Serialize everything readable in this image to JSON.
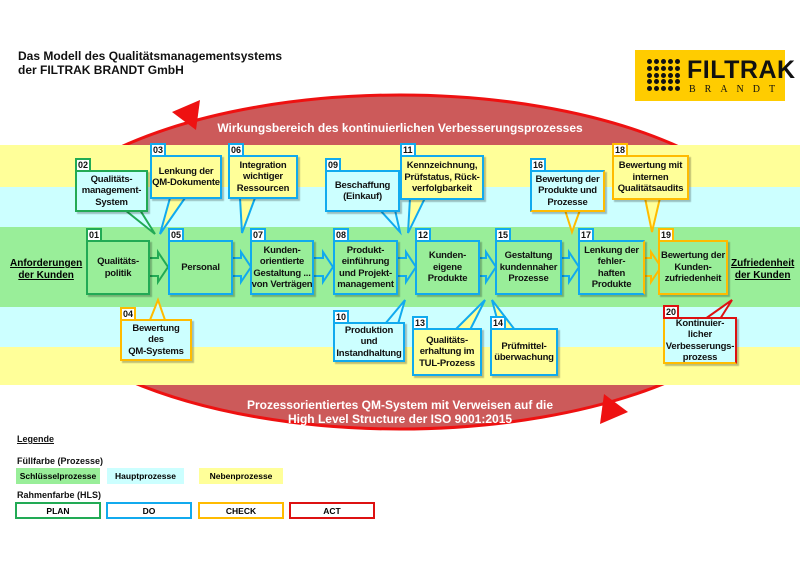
{
  "title": "Das Modell des Qualitätsmanagementsystems\nder FILTRAK BRANDT GmbH",
  "logo": {
    "word1": "FILTRAK",
    "word2": "BRANDT"
  },
  "scope_top": "Wirkungsbereich des kontinuierlichen Verbesserungsprozesses",
  "scope_bottom": "Prozessorientiertes QM-System mit Verweisen auf die\nHigh Level Structure der ISO 9001:2015",
  "input_label": "Anforderungen\nder Kunden",
  "output_label": "Zufriedenheit\nder Kunden",
  "processes": [
    {
      "num": "01",
      "label": "Qualitäts-\npolitik"
    },
    {
      "num": "02",
      "label": "Qualitäts-\nmanagement-\nSystem"
    },
    {
      "num": "03",
      "label": "Lenkung der\nQM-Dokumente"
    },
    {
      "num": "04",
      "label": "Bewertung\ndes\nQM-Systems"
    },
    {
      "num": "05",
      "label": "Personal"
    },
    {
      "num": "06",
      "label": "Integration\nwichtiger\nRessourcen"
    },
    {
      "num": "07",
      "label": "Kunden-\norientierte\nGestaltung ...\nvon Verträgen"
    },
    {
      "num": "08",
      "label": "Produkt-\neinführung\nund Projekt-\nmanagement"
    },
    {
      "num": "09",
      "label": "Beschaffung\n(Einkauf)"
    },
    {
      "num": "10",
      "label": "Produktion\nund\nInstandhaltung"
    },
    {
      "num": "11",
      "label": "Kennzeichnung,\nPrüfstatus, Rück-\nverfolgbarkeit"
    },
    {
      "num": "12",
      "label": "Kunden-\neigene\nProdukte"
    },
    {
      "num": "13",
      "label": "Qualitäts-\nerhaltung im\nTUL-Prozess"
    },
    {
      "num": "14",
      "label": "Prüfmittel-\nüberwachung"
    },
    {
      "num": "15",
      "label": "Gestaltung\nkundennaher\nProzesse"
    },
    {
      "num": "16",
      "label": "Bewertung der\nProdukte und\nProzesse"
    },
    {
      "num": "17",
      "label": "Lenkung der\nfehler-\nhaften\nProdukte"
    },
    {
      "num": "18",
      "label": "Bewertung mit\ninternen\nQualitätsaudits"
    },
    {
      "num": "19",
      "label": "Bewertung der\nKunden-\nzufriedenheit"
    },
    {
      "num": "20",
      "label": "Kontinuier-\nlicher\nVerbesserungs-\nprozess"
    }
  ],
  "legend": {
    "title": "Legende",
    "fill_title": "Füllfarbe (Prozesse)",
    "fills": [
      "Schlüsselprozesse",
      "Hauptprozesse",
      "Nebenprozesse"
    ],
    "frame_title": "Rahmenfarbe (HLS)",
    "frames": [
      "PLAN",
      "DO",
      "CHECK",
      "ACT"
    ]
  },
  "colors": {
    "plan": "#22aa55",
    "do": "#11aaee",
    "check": "#ffbb00",
    "act": "#dd1111",
    "key": "#99ee99",
    "main": "#ccffff",
    "support": "#ffff99"
  }
}
